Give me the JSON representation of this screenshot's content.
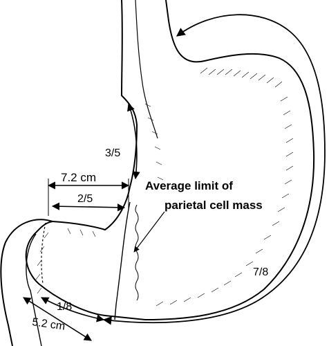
{
  "labels": {
    "fraction_3_5": "3/5",
    "dimension_7_2": "7.2 cm",
    "fraction_2_5": "2/5",
    "parietal_line1": "Average limit of",
    "parietal_line2": "parietal cell mass",
    "fraction_7_8": "7/8",
    "fraction_1_8": "1/8",
    "dimension_5_2": "5.2 cm"
  },
  "colors": {
    "ink": "#000000",
    "paper": "#ffffff"
  }
}
